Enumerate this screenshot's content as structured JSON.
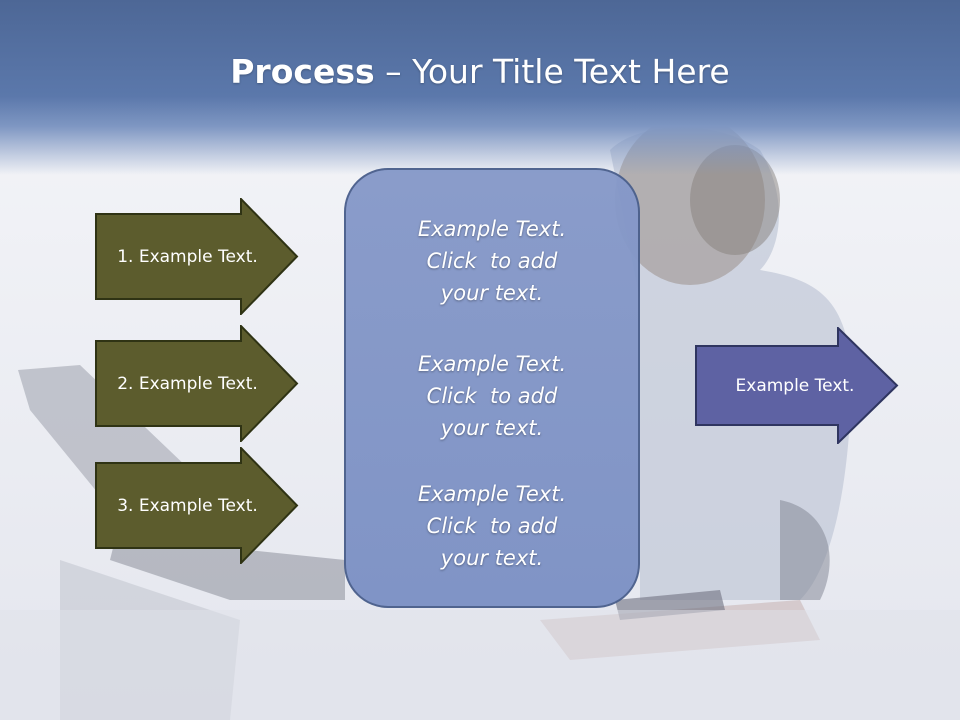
{
  "slide": {
    "title_bold": "Process",
    "title_rest": " – Your Title Text Here"
  },
  "left_arrows": [
    {
      "label": "1. Example Text."
    },
    {
      "label": "2. Example Text."
    },
    {
      "label": "3. Example Text."
    }
  ],
  "center_panel": {
    "blocks": [
      "Example Text.\nClick  to add\nyour text.",
      "Example Text.\nClick  to add\nyour text.",
      "Example Text.\nClick  to add\nyour text."
    ]
  },
  "right_arrow": {
    "label": "Example Text."
  },
  "colors": {
    "title_band": "#5b78ab",
    "left_arrow_fill": "#5c5c2d",
    "left_arrow_border": "#2f3314",
    "right_arrow_fill": "#5e62a3",
    "right_arrow_border": "#2f3560",
    "panel_fill": "#8195c8"
  }
}
